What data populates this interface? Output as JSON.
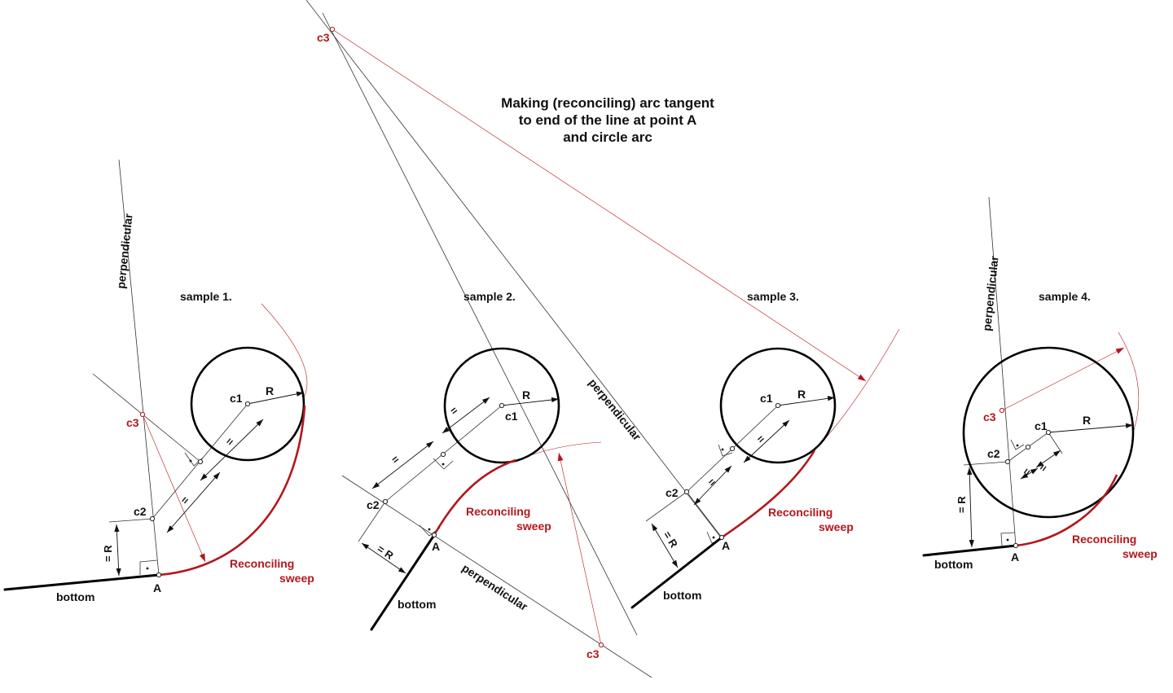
{
  "title": {
    "line1": "Making (reconciling) arc tangent",
    "line2": "to end of the line at point A",
    "line3": "and circle arc"
  },
  "labels": {
    "sample1": "sample 1.",
    "sample2": "sample 2.",
    "sample3": "sample 3.",
    "sample4": "sample 4.",
    "perpendicular": "perpendicular",
    "bottom": "bottom",
    "reconciling": "Reconciling",
    "sweep": "sweep",
    "c1": "c1",
    "c2": "c2",
    "c3": "c3",
    "A": "A",
    "R": "R",
    "eqR": "= R",
    "eq": "="
  },
  "colors": {
    "accent_red": "#b3171c",
    "line": "#000000",
    "construction": "#333333"
  }
}
